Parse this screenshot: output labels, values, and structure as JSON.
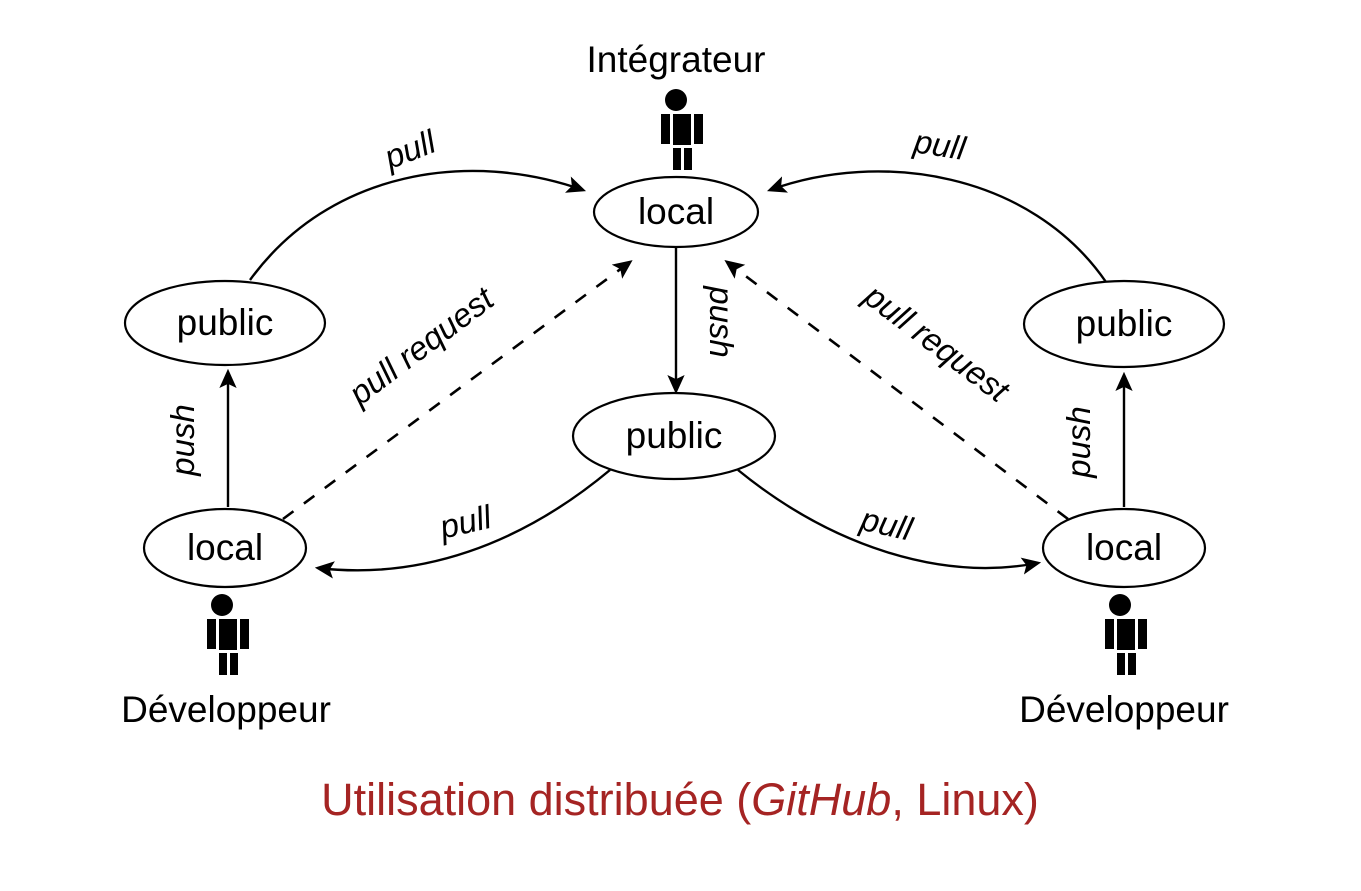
{
  "diagram": {
    "title": "Utilisation distribuée (GitHub, Linux)",
    "caption": {
      "prefix": "Utilisation distribuée (",
      "emphasis": "GitHub",
      "suffix": ", Linux)",
      "color": "#A52423"
    },
    "actors": [
      {
        "id": "integrator",
        "label": "Intégrateur",
        "icon": "person-icon",
        "position": "top-center"
      },
      {
        "id": "developer-left",
        "label": "Développeur",
        "icon": "person-icon",
        "position": "bottom-left"
      },
      {
        "id": "developer-right",
        "label": "Développeur",
        "icon": "person-icon",
        "position": "bottom-right"
      }
    ],
    "nodes": [
      {
        "id": "integrator-local",
        "label": "local",
        "owner": "integrator"
      },
      {
        "id": "integrator-public",
        "label": "public",
        "owner": "integrator"
      },
      {
        "id": "left-public",
        "label": "public",
        "owner": "developer-left"
      },
      {
        "id": "left-local",
        "label": "local",
        "owner": "developer-left"
      },
      {
        "id": "right-public",
        "label": "public",
        "owner": "developer-right"
      },
      {
        "id": "right-local",
        "label": "local",
        "owner": "developer-right"
      }
    ],
    "edges": [
      {
        "id": "edge-left-pull",
        "label": "pull",
        "style": "solid",
        "from": "left-public",
        "to": "integrator-local"
      },
      {
        "id": "edge-right-pull",
        "label": "pull",
        "style": "solid",
        "from": "right-public",
        "to": "integrator-local"
      },
      {
        "id": "edge-left-pull-request",
        "label": "pull request",
        "style": "dashed",
        "from": "left-local",
        "to": "integrator-local"
      },
      {
        "id": "edge-right-pull-request",
        "label": "pull request",
        "style": "dashed",
        "from": "right-local",
        "to": "integrator-local"
      },
      {
        "id": "edge-center-push",
        "label": "push",
        "style": "solid",
        "from": "integrator-local",
        "to": "integrator-public"
      },
      {
        "id": "edge-left-push",
        "label": "push",
        "style": "solid",
        "from": "left-local",
        "to": "left-public"
      },
      {
        "id": "edge-right-push",
        "label": "push",
        "style": "solid",
        "from": "right-local",
        "to": "right-public"
      },
      {
        "id": "edge-center-pull-left",
        "label": "pull",
        "style": "solid",
        "from": "integrator-public",
        "to": "left-local"
      },
      {
        "id": "edge-center-pull-right",
        "label": "pull",
        "style": "solid",
        "from": "integrator-public",
        "to": "right-local"
      }
    ]
  }
}
